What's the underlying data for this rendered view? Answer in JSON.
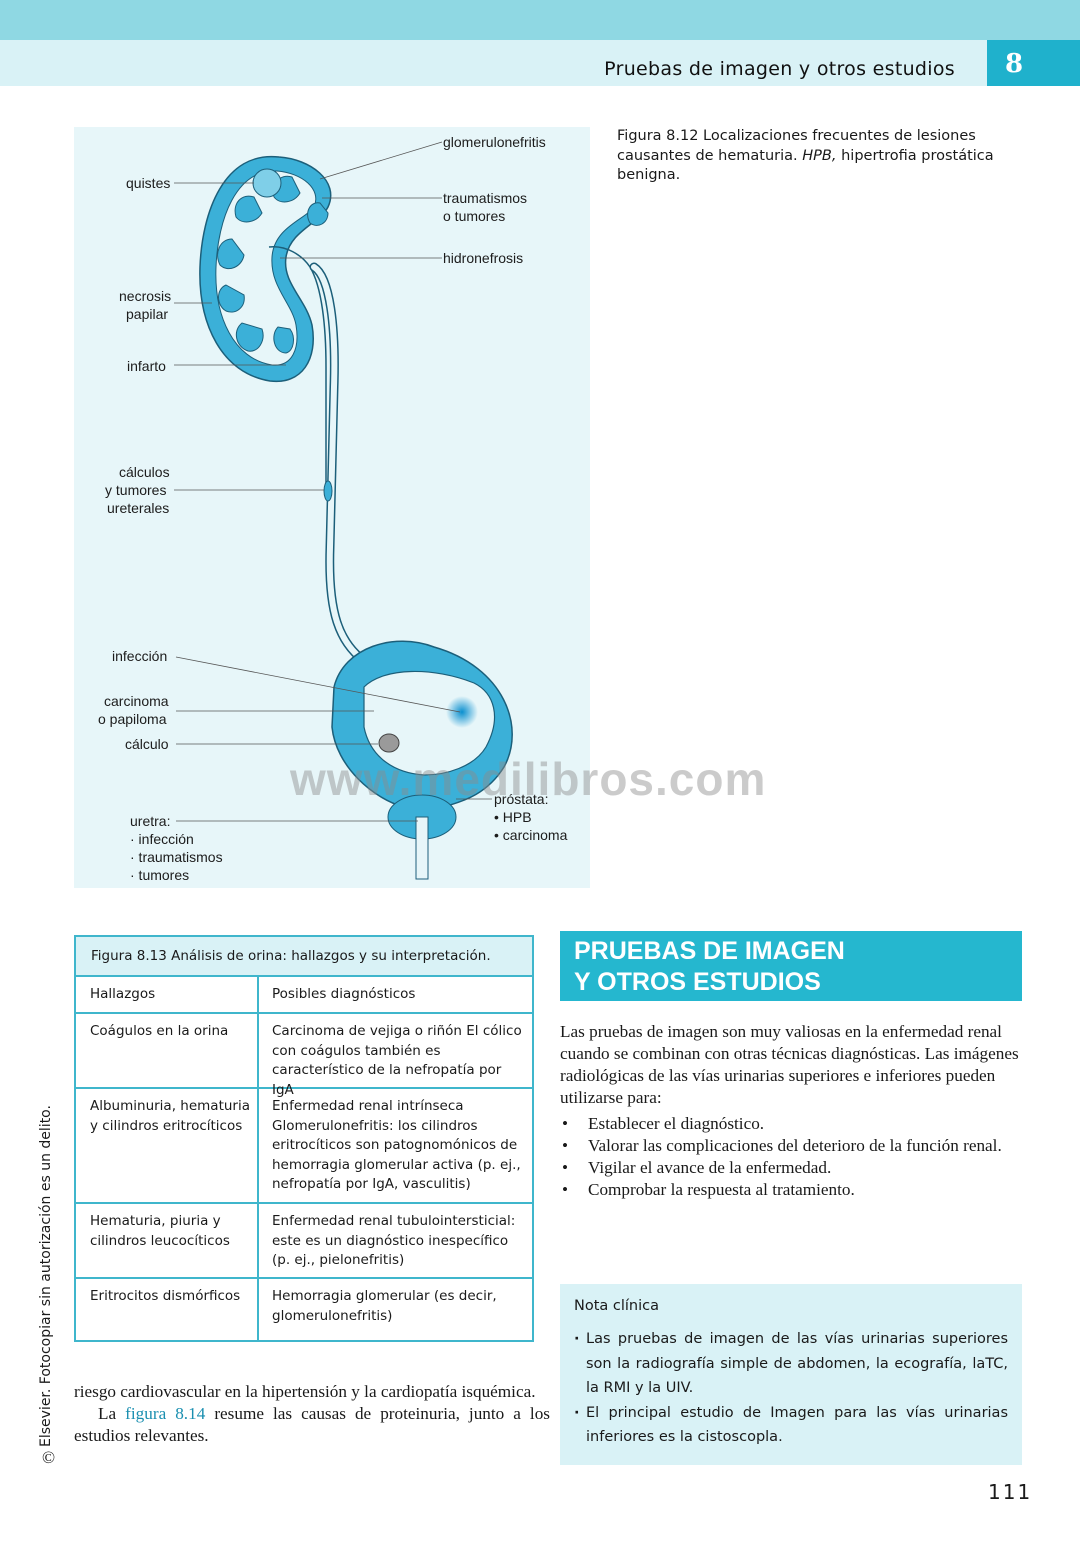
{
  "header": {
    "running_title": "Pruebas de imagen y otros estudios",
    "chapter_number": "8"
  },
  "figure_8_12": {
    "labels": {
      "glomerulonefritis": "glomerulonefritis",
      "quistes": "quistes",
      "traumatismos_1": "traumatismos",
      "traumatismos_2": "o tumores",
      "hidronefrosis": "hidronefrosis",
      "necrosis_1": "necrosis",
      "necrosis_2": "papilar",
      "infarto": "infarto",
      "calculos_1": "cálculos",
      "calculos_2": "y tumores",
      "calculos_3": "ureterales",
      "infeccion": "infección",
      "carcinoma_1": "carcinoma",
      "carcinoma_2": "o papiloma",
      "calculo": "cálculo",
      "prostata_1": "próstata:",
      "prostata_2": "• HPB",
      "prostata_3": "• carcinoma",
      "uretra_1": "uretra:",
      "uretra_2": "· infección",
      "uretra_3": "· traumatismos",
      "uretra_4": "· tumores"
    },
    "watermark": "www.medilibros.com",
    "caption_prefix": "Figura 8.12 Localizaciones frecuentes de lesiones causantes de hematuria. ",
    "caption_abbr": "HPB,",
    "caption_suffix": " hipertrofia prostática benigna."
  },
  "figure_8_13": {
    "caption": "Figura 8.13 Análisis de orina: hallazgos y su interpretación.",
    "headers": [
      "Hallazgos",
      "Posibles diagnósticos"
    ],
    "rows": [
      {
        "finding": "Coágulos en la orina",
        "diagnosis": "Carcinoma de vejiga o riñón El cólico con coágulos también es característico de la nefropatía por IgA"
      },
      {
        "finding": "Albuminuria, hematuria y cilindros eritrocíticos",
        "diagnosis": "Enfermedad renal intrínseca Glomerulonefritis: los cilindros eritrocíticos son patognomónicos de hemorragia glomerular activa (p. ej., nefropatía por IgA, vasculitis)"
      },
      {
        "finding": "Hematuria, piuria y cilindros leucocíticos",
        "diagnosis": "Enfermedad renal tubulointersticial: este es un diagnóstico inespecífico (p. ej., pielonefritis)"
      },
      {
        "finding": "Eritrocitos dismórficos",
        "diagnosis": "Hemorragia glomerular (es decir, glomerulonefritis)"
      }
    ]
  },
  "section": {
    "heading_line1": "PRUEBAS DE IMAGEN",
    "heading_line2": "Y OTROS ESTUDIOS",
    "intro": "Las pruebas de imagen son muy valiosas en la enfermedad renal cuando se combinan con otras técnicas diagnósticas. Las imágenes radiológicas de las vías urinarias superiores e inferiores pueden utilizarse para:",
    "bullets": [
      "Establecer el diagnóstico.",
      "Valorar las complicaciones del deterioro de la función renal.",
      "Vigilar el avance de la enfermedad.",
      "Comprobar la respuesta al tratamiento."
    ]
  },
  "clinical_note": {
    "title": "Nota clínica",
    "items": [
      "Las pruebas de imagen de las vías urinarias superiores son la radiografía simple de abdomen, la ecografía, laTC, la RMI y la UIV.",
      "El principal estudio de Imagen para las vías urinarias inferiores es la cistoscopla."
    ]
  },
  "body_left": {
    "para1": "riesgo cardiovascular en la hipertensión y la cardiopatía isquémica.",
    "para2_prefix": "La ",
    "para2_link": "figura 8.14",
    "para2_suffix": " resume las causas de proteinuria, junto a los estudios relevantes."
  },
  "side_notice": "Elsevier. Fotocopiar sin autorización es un delito.",
  "copyright_symbol": "©",
  "page_number": "111"
}
